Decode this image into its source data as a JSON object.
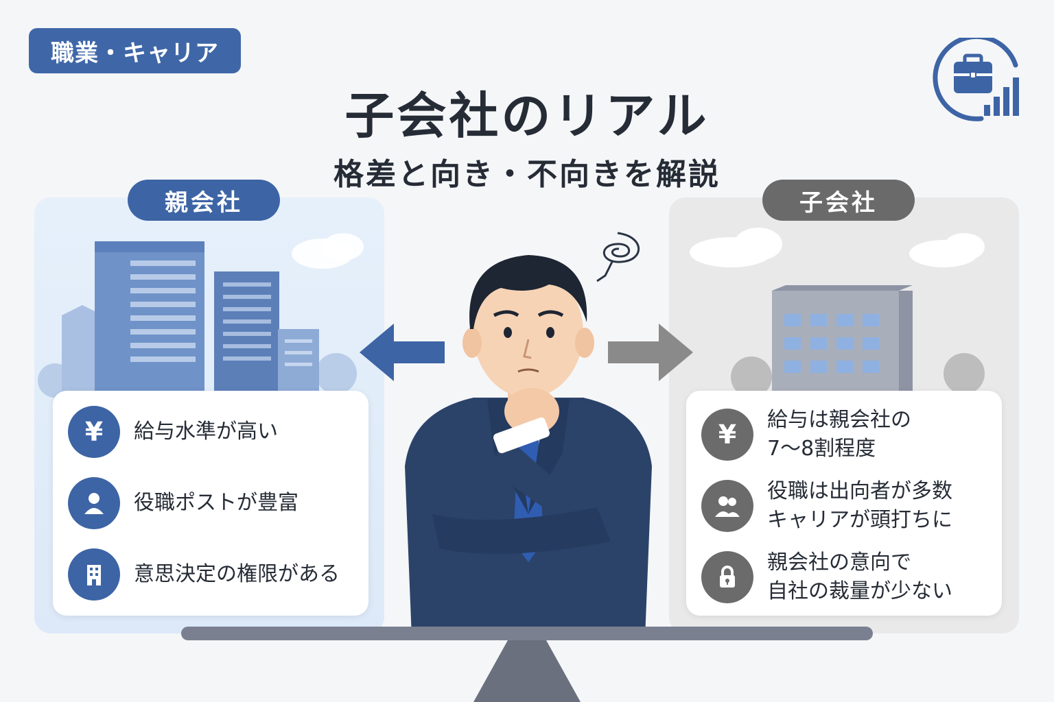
{
  "header": {
    "tag": "職業・キャリア",
    "title": "子会社のリアル",
    "subtitle": "格差と向き・不向きを解説"
  },
  "parent": {
    "label": "親会社",
    "items": [
      {
        "icon": "yen-icon",
        "text": "給与水準が高い"
      },
      {
        "icon": "person-icon",
        "text": "役職ポストが豊富"
      },
      {
        "icon": "building-icon",
        "text": "意思決定の権限がある"
      }
    ]
  },
  "subsidiary": {
    "label": "子会社",
    "items": [
      {
        "icon": "yen-icon",
        "line1": "給与は親会社の",
        "line2": "7〜8割程度"
      },
      {
        "icon": "people-icon",
        "line1": "役職は出向者が多数",
        "line2": "キャリアが頭打ちに"
      },
      {
        "icon": "lock-icon",
        "line1": "親会社の意向で",
        "line2": "自社の裁量が少ない"
      }
    ]
  },
  "colors": {
    "primary": "#3d64a5",
    "gray": "#6b6b6b",
    "text": "#262c36",
    "background": "#f5f6f8"
  }
}
